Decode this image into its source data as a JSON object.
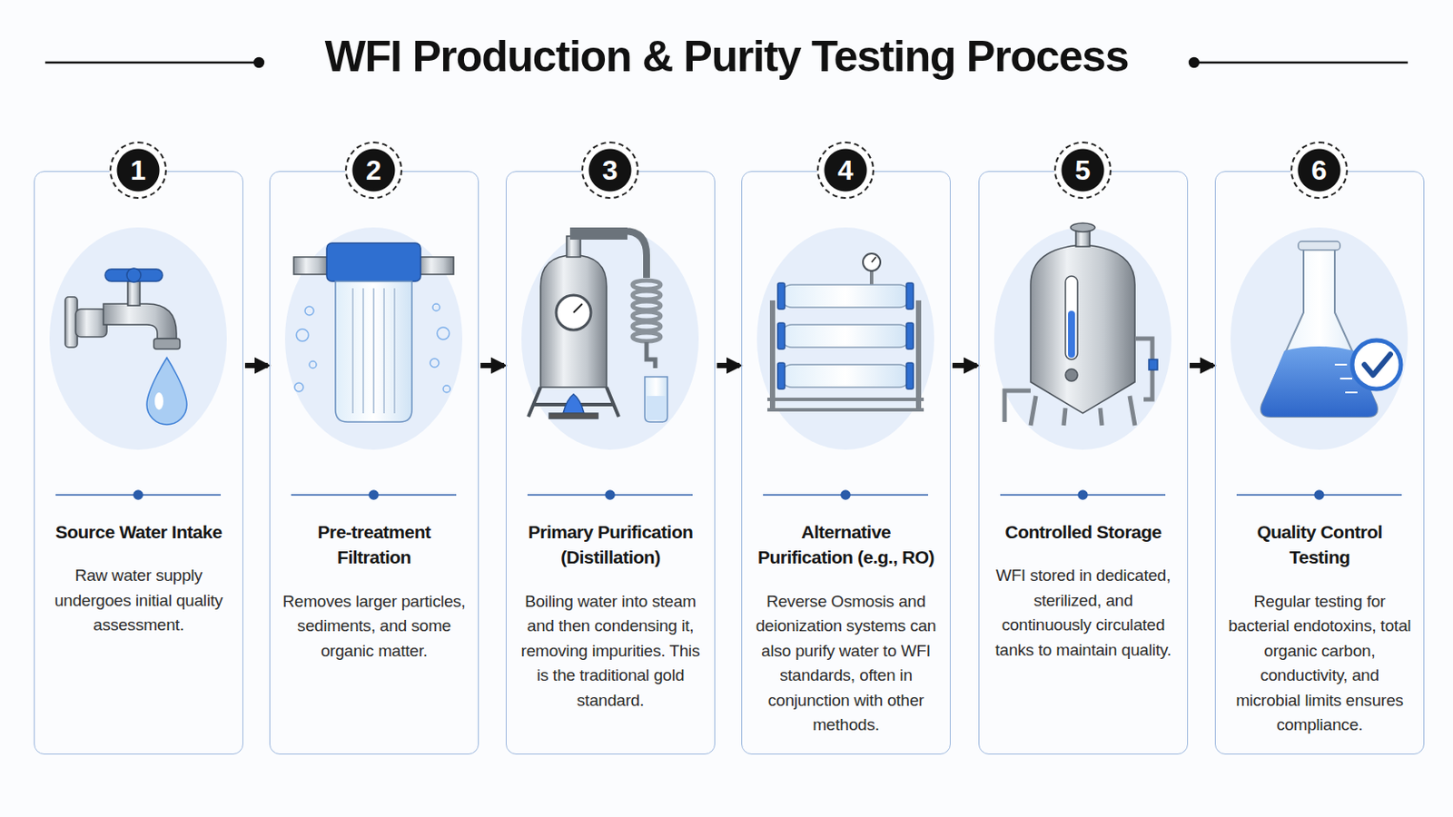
{
  "diagram": {
    "title": "WFI Production & Purity Testing Process",
    "nodes": [
      {
        "text": [
          "Source Water Intake",
          "Raw water supply undergoes initial quality assessment."
        ]
      },
      {
        "text": [
          "1"
        ],
        "in": 0
      },
      {
        "text": [
          "Pre-treatment Filtration",
          "Removes larger particles, sediments, and some organic matter."
        ]
      },
      {
        "text": [
          "2"
        ],
        "in": 2
      },
      {
        "text": [
          "Primary Purification (Distillation)",
          "Boiling water into steam and then condensing it, removing impurities. This is the traditional gold standard."
        ]
      },
      {
        "text": [
          "3"
        ],
        "in": 4
      },
      {
        "text": [
          "Alternative Purification (e.g., RO)",
          "Reverse Osmosis and deionization systems can also purify water to WFI standards, often in conjunction with other methods."
        ]
      },
      {
        "text": [
          "4"
        ],
        "in": 6
      },
      {
        "text": [
          "Controlled Storage",
          "WFI stored in dedicated, sterilized, and continuously circulated tanks to maintain quality."
        ]
      },
      {
        "text": [
          "5"
        ],
        "in": 8
      },
      {
        "text": [
          "Quality Control Testing",
          "Regular testing for bacterial endotoxins, total organic carbon, conductivity, and microbial limits ensures compliance."
        ]
      },
      {
        "text": [
          "6"
        ],
        "in": 10
      }
    ],
    "edges": [
      {
        "from": 0,
        "to": 2,
        "arrow": "to"
      },
      {
        "from": 2,
        "to": 4,
        "arrow": "to"
      },
      {
        "from": 4,
        "to": 6,
        "arrow": "to"
      },
      {
        "from": 6,
        "to": 8,
        "arrow": "to"
      },
      {
        "from": 8,
        "to": 10,
        "arrow": "to"
      }
    ]
  }
}
